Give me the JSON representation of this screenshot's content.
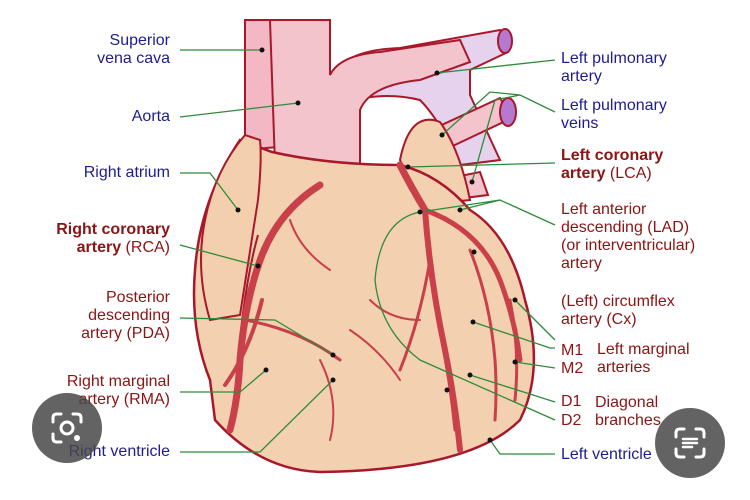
{
  "labels": {
    "superior_vena_cava": [
      "Superior",
      "vena cava"
    ],
    "aorta": "Aorta",
    "right_atrium": "Right atrium",
    "rca": {
      "bold": [
        "Right coronary",
        "artery"
      ],
      "suffix": " (RCA)"
    },
    "pda": [
      "Posterior",
      "descending",
      "artery (PDA)"
    ],
    "rma": [
      "Right marginal",
      "artery (RMA)"
    ],
    "right_ventricle": "Right ventricle",
    "left_pulmonary_artery": [
      "Left pulmonary",
      "artery"
    ],
    "left_pulmonary_veins": [
      "Left pulmonary",
      "veins"
    ],
    "lca": {
      "bold": [
        "Left coronary",
        "artery"
      ],
      "suffix": " (LCA)"
    },
    "lad": [
      "Left anterior",
      "descending (LAD)",
      "(or interventricular)",
      "artery"
    ],
    "cx": [
      "(Left) circumflex",
      "artery (Cx)"
    ],
    "m1": "M1",
    "m2": "M2",
    "left_marginal_arteries": [
      "Left marginal",
      "arteries"
    ],
    "d1": "D1",
    "d2": "D2",
    "diagonal_branches": [
      "Diagonal",
      "branches"
    ],
    "left_ventricle": "Left ventricle"
  },
  "colors": {
    "label_blue": "#1d1d8f",
    "label_red": "#8b1414",
    "leader_green": "#2e8b3a",
    "heart_fill": "#f2d0b0",
    "heart_outline": "#a8182a",
    "artery_red": "#c9404a",
    "aorta_pink": "#f4c4cc",
    "pulmonary_lavender": "#e6d2ec"
  },
  "overlay_icons": [
    "google-lens-icon",
    "text-scan-icon"
  ]
}
